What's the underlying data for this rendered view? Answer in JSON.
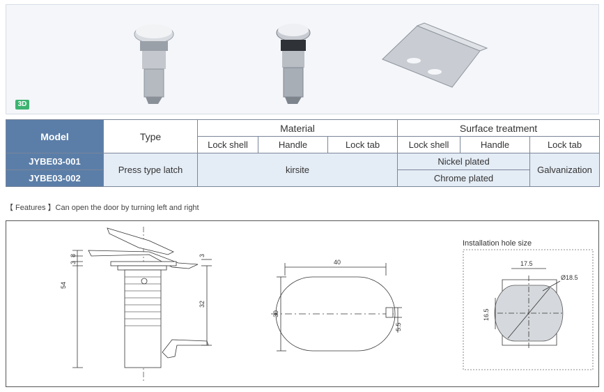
{
  "badge": "3D",
  "table": {
    "headers": {
      "model": "Model",
      "type": "Type",
      "material": "Material",
      "surface": "Surface treatment",
      "lock_shell": "Lock shell",
      "handle": "Handle",
      "lock_tab": "Lock tab"
    },
    "rows": [
      {
        "model": "JYBE03-001",
        "surface_shell_handle": "Nickel plated"
      },
      {
        "model": "JYBE03-002",
        "surface_shell_handle": "Chrome plated"
      }
    ],
    "type_value": "Press type latch",
    "material_value": "kirsite",
    "lock_tab_surface": "Galvanization"
  },
  "features": "【 Features 】Can open the door by turning left and right",
  "drawing": {
    "dim_8": "8",
    "dim_3a": "3",
    "dim_3b": "3",
    "dim_54": "54",
    "dim_32": "32",
    "dim_40": "40",
    "dim_30": "30",
    "dim_5_5": "5.5",
    "install_title": "Installation hole size",
    "dim_17_5": "17.5",
    "dim_16_5": "16.5",
    "dim_d18_5": "Ø18.5"
  },
  "colors": {
    "header_blue": "#5b7ea8",
    "row_tint": "#e4ecf5",
    "badge_green": "#3cb371"
  }
}
